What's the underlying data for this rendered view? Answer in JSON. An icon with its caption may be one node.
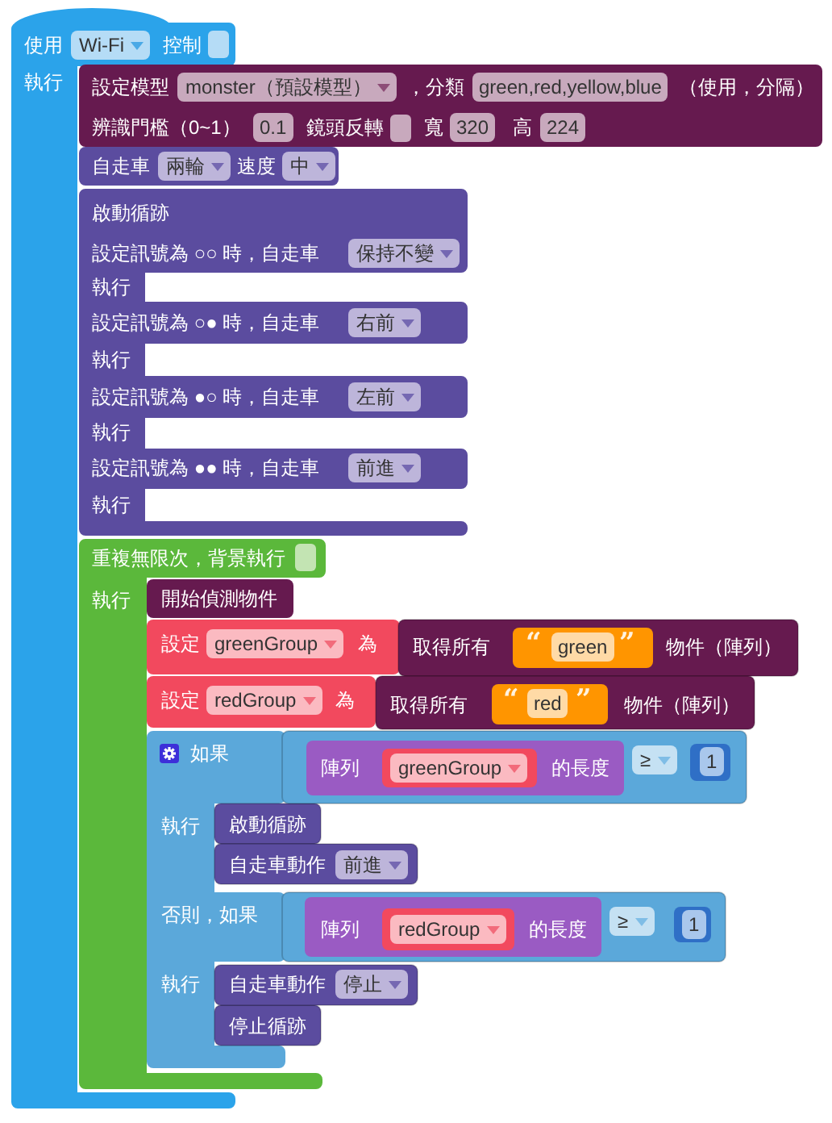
{
  "diagram": {
    "nodes": [
      {
        "text": [
          "使用",
          "Wi-Fi",
          "控制",
          "執行"
        ]
      },
      {
        "text": [
          "設定模型",
          "monster（預設模型）",
          "，分類",
          "green,red,yellow,blue",
          "（使用，分隔）",
          "辨識門檻（0~1）",
          "0.1",
          "鏡頭反轉",
          "寬",
          "320",
          "高",
          "224"
        ]
      },
      {
        "text": [
          "自走車",
          "兩輪",
          "速度",
          "中"
        ]
      },
      {
        "text": [
          "啟動循跡",
          "設定訊號為 ○○ 時，自走車",
          "保持不變",
          "執行",
          "設定訊號為 ○● 時，自走車",
          "右前",
          "執行",
          "設定訊號為 ●○ 時，自走車",
          "左前",
          "執行",
          "設定訊號為 ●● 時，自走車",
          "前進",
          "執行"
        ]
      },
      {
        "text": [
          "重複無限次，背景執行",
          "執行"
        ]
      },
      {
        "text": [
          "開始偵測物件"
        ],
        "in": 4
      },
      {
        "text": [
          "設定",
          "greenGroup",
          "為"
        ]
      },
      {
        "text": [
          "取得所有",
          "物件（陣列）"
        ]
      },
      {
        "text": [
          "“",
          "green",
          "”"
        ],
        "in": 7
      },
      {
        "text": [
          "設定",
          "redGroup",
          "為"
        ]
      },
      {
        "text": [
          "取得所有",
          "物件（陣列）"
        ]
      },
      {
        "text": [
          "“",
          "red",
          "”"
        ],
        "in": 10
      },
      {
        "text": [
          "如果",
          "執行",
          "否則，如果",
          "執行"
        ],
        "in": 4
      },
      {
        "text": [
          "≥"
        ]
      },
      {
        "text": [
          "陣列",
          "的長度"
        ],
        "in": 13
      },
      {
        "text": [
          "greenGroup"
        ],
        "in": 14
      },
      {
        "text": [
          "1"
        ],
        "in": 13
      },
      {
        "text": [
          "啟動循跡"
        ],
        "in": 4
      },
      {
        "text": [
          "自走車動作",
          "前進"
        ]
      },
      {
        "text": [
          "≥"
        ]
      },
      {
        "text": [
          "陣列",
          "的長度"
        ],
        "in": 19
      },
      {
        "text": [
          "redGroup"
        ],
        "in": 20
      },
      {
        "text": [
          "1"
        ],
        "in": 19
      },
      {
        "text": [
          "自走車動作",
          "停止"
        ]
      },
      {
        "text": [
          "停止循跡"
        ],
        "in": 4
      }
    ]
  }
}
